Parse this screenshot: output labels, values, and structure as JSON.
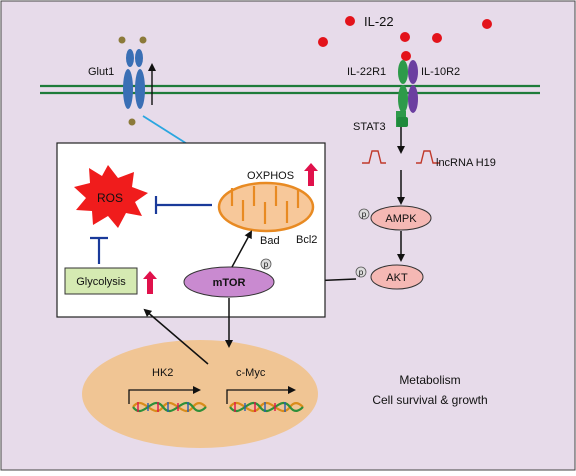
{
  "colors": {
    "background": "#e7dbea",
    "membrane": "#1e7b3a",
    "il22_dot": "#e3131b",
    "glut1": "#3a6fb5",
    "il22r1": "#2e9a4a",
    "il10r2": "#6b3fa0",
    "ros": "#f01c1c",
    "mito_fill": "#f7c89a",
    "mito_crista": "#e88a22",
    "glycolysis": "#d5eab2",
    "mtor": "#c98ad0",
    "ampk_akt": "#f5b8b4",
    "nucleus": "#f0c594",
    "inhibit": "#1a3a9a",
    "up_arrow": "#e0114b",
    "transport_arrow": "#2aa6e0",
    "lncrna": "#c0392b"
  },
  "labels": {
    "il22": "IL-22",
    "glut1": "Glut1",
    "il22r1": "IL-22R1",
    "il10r2": "IL-10R2",
    "stat3": "STAT3",
    "lncrna": "lncRNA H19",
    "ampk": "AMPK",
    "akt": "AKT",
    "phospho": "p",
    "ros": "ROS",
    "oxphos": "OXPHOS",
    "bad": "Bad",
    "bcl2": "Bcl2",
    "glycolysis": "Glycolysis",
    "mtor": "mTOR",
    "hk2": "HK2",
    "cmyc": "c-Myc",
    "metabolism": "Metabolism",
    "survival": "Cell survival & growth"
  },
  "icons": [
    "up-arrow-icon",
    "inhibition-bar-icon",
    "phosphorylation-icon",
    "dna-helix-icon",
    "rna-wave-icon"
  ]
}
